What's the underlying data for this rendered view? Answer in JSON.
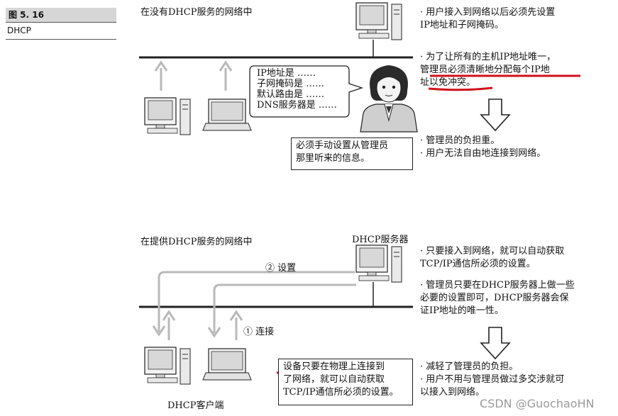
{
  "figure": {
    "number": "图 5. 16",
    "caption": "DHCP"
  },
  "top": {
    "title": "在没有DHCP服务的网络中",
    "bubble_lines": [
      "IP地址是 ……",
      "子网掩码是 ……",
      "默认路由是 ……",
      "DNS服务器是 ……"
    ],
    "box_lines": [
      "必须手动设置从管理员",
      "那里听来的信息。"
    ],
    "bullets": [
      [
        "· 用户接入到网络以后必须先设置",
        "  IP地址和子网掩码。"
      ],
      [
        "· 为了让所有的主机IP地址唯一，",
        "  管理员必须清晰地分配每个IP地",
        "  址以免冲突。"
      ],
      [
        "· 管理员的负担重。",
        "· 用户无法自由地连接到网络。"
      ]
    ]
  },
  "bottom": {
    "title": "在提供DHCP服务的网络中",
    "server_label": "DHCP服务器",
    "client_label": "DHCP客户端",
    "step_set": "② 设置",
    "step_connect": "① 连接",
    "box_lines": [
      "设备只要在物理上连接到",
      "了网络，就可以自动获取",
      "TCP/IP通信所必须的设置。"
    ],
    "bullets": [
      [
        "· 只要接入到网络，就可以自动获取",
        "  TCP/IP通信所必须的设置。"
      ],
      [
        "· 管理员只要在DHCP服务器上做一些",
        "  必要的设置即可，DHCP服务器会保",
        "  证IP地址的唯一性。"
      ],
      [
        "· 减轻了管理员的负担。",
        "· 用户不用与管理员做过多交涉就可",
        "  以接入到网络。"
      ]
    ]
  },
  "watermark": "CSDN @GuochaoHN",
  "colors": {
    "underline": "#d0101a",
    "arrow": "#b9b9b9",
    "line": "#222222"
  }
}
